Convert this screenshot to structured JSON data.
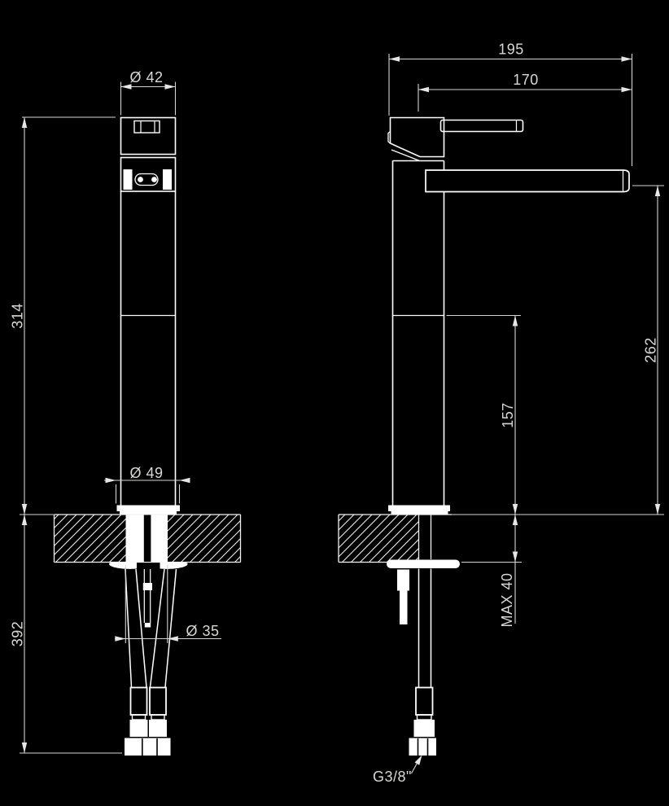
{
  "drawing": {
    "type": "technical-dimension-drawing",
    "subject": "tall single-lever basin mixer tap, front and side elevation with countertop section",
    "colors": {
      "background": "#000000",
      "outline": "#ffffff",
      "dimension_line": "#d4d4d4",
      "text": "#d9d8d4"
    },
    "dimensions": {
      "front_view": {
        "top_diameter": "Ø 42",
        "height_above_deck": "314",
        "height_below_deck": "392",
        "base_diameter": "Ø 49",
        "hole_diameter": "Ø 35"
      },
      "side_view": {
        "overall_depth": "195",
        "spout_reach": "170",
        "spout_height": "262",
        "body_height_under_spout": "157",
        "max_deck_thickness": "MAX 40",
        "hose_connection": "G3/8\""
      }
    }
  }
}
